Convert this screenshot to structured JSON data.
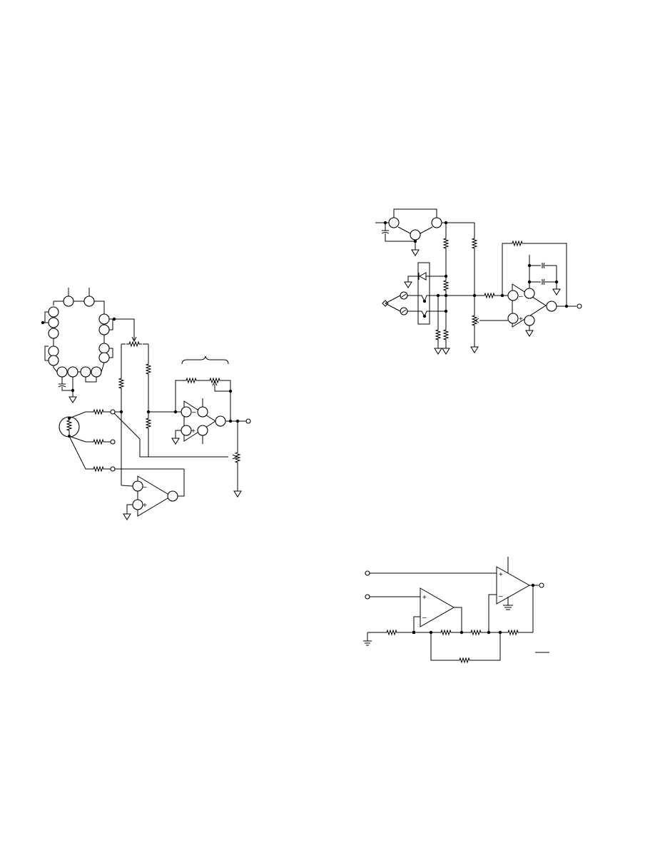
{
  "page": {
    "background": "#ffffff",
    "ink": "#000000"
  },
  "schematics": [
    {
      "name": "rtd-bridge-circuit"
    },
    {
      "name": "thermocouple-amplifier-circuit"
    },
    {
      "name": "two-opamp-instrumentation-amplifier"
    }
  ],
  "symbols": {
    "plus": "+",
    "minus": "–"
  }
}
